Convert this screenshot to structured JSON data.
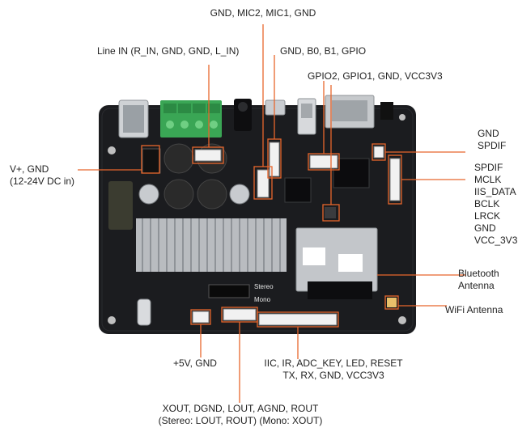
{
  "colors": {
    "background": "#ffffff",
    "pcb": "#1b1c1f",
    "callout_line": "#e8662c",
    "label_text": "#222222",
    "terminal_green": "#3aa655",
    "heatsink": "#b9bcc0"
  },
  "labels": {
    "mic": "GND, MIC2, MIC1, GND",
    "line_in": "Line IN (R_IN, GND, GND, L_IN)",
    "gpio_b": "GND, B0, B1, GPIO",
    "gpio_vcc": "GPIO2, GPIO1, GND, VCC3V3",
    "spdif_gnd": [
      "GND",
      "SPDIF"
    ],
    "i2s_pins": [
      "SPDIF",
      "MCLK",
      "IIS_DATA",
      "BCLK",
      "LRCK",
      "GND",
      "VCC_3V3"
    ],
    "power_in": [
      "V+, GND",
      "(12-24V DC in)"
    ],
    "bluetooth": [
      "Bluetooth",
      "Antenna"
    ],
    "wifi": "WiFi Antenna",
    "usb_power": "+5V, GND",
    "iic_bus": [
      "IIC, IR, ADC_KEY, LED, RESET",
      "TX, RX, GND, VCC3V3"
    ],
    "audio_out": [
      "XOUT, DGND, LOUT, AGND, ROUT",
      "(Stereo: LOUT, ROUT) (Mono: XOUT)"
    ]
  },
  "board_markings": {
    "stereo": "Stereo",
    "mono": "Mono"
  }
}
